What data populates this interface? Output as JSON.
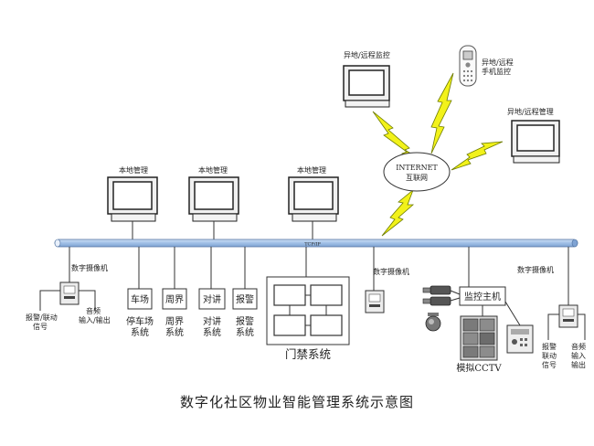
{
  "caption": "数字化社区物业智能管理系统示意图",
  "backbone": {
    "label": "TCP/IP"
  },
  "internet": {
    "line1": "INTERNET",
    "line2": "互联网"
  },
  "remote": {
    "pc_top": "异地/远程监控",
    "mobile_line1": "异地/远程",
    "mobile_line2": "手机监控",
    "pc_right": "异地/远程管理"
  },
  "local_pcs": [
    "本地管理",
    "本地管理",
    "本地管理"
  ],
  "camera_left": {
    "label": "数字摄像机",
    "alarm": [
      "报警/联动",
      "信号"
    ],
    "audio": [
      "音频",
      "输入/输出"
    ]
  },
  "subsystems": [
    {
      "box": "车场",
      "lines": [
        "停车场",
        "系统"
      ]
    },
    {
      "box": "周界",
      "lines": [
        "周界",
        "系统"
      ]
    },
    {
      "box": "对讲",
      "lines": [
        "对讲",
        "系统"
      ]
    },
    {
      "box": "报警",
      "lines": [
        "报警",
        "系统"
      ]
    }
  ],
  "access_control": "门禁系统",
  "camera_mid": "数字摄像机",
  "monitor_host": "监控主机",
  "analog_cctv": "模拟CCTV",
  "camera_right": {
    "label": "数字摄像机",
    "alarm": [
      "报警",
      "联动",
      "信号"
    ],
    "audio": [
      "音频",
      "输入",
      "输出"
    ]
  }
}
